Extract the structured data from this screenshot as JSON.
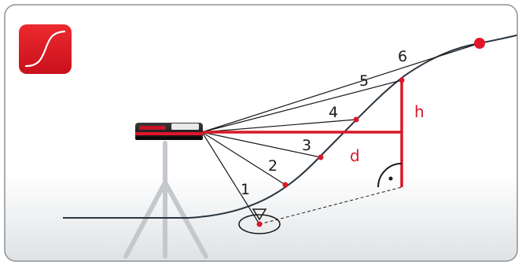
{
  "icon": {
    "name": "slope-profile-icon",
    "color": "#e30613"
  },
  "labels": {
    "p1": "1",
    "p2": "2",
    "p3": "3",
    "p4": "4",
    "p5": "5",
    "p6": "6",
    "height": "h",
    "distance": "d"
  },
  "colors": {
    "accent": "#d8182a",
    "line": "#1a1a1a",
    "frame": "#8a9096",
    "tripod": "#c4c8cc",
    "device_body": "#1c1c1c",
    "device_stripe": "#e0162b"
  }
}
